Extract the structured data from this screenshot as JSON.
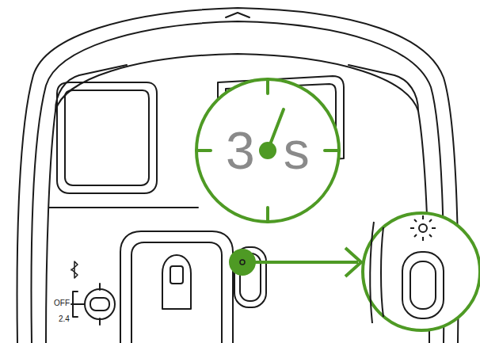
{
  "diagram": {
    "labels": [
      "OFF",
      "2.4",
      "3s"
    ]
  }
}
